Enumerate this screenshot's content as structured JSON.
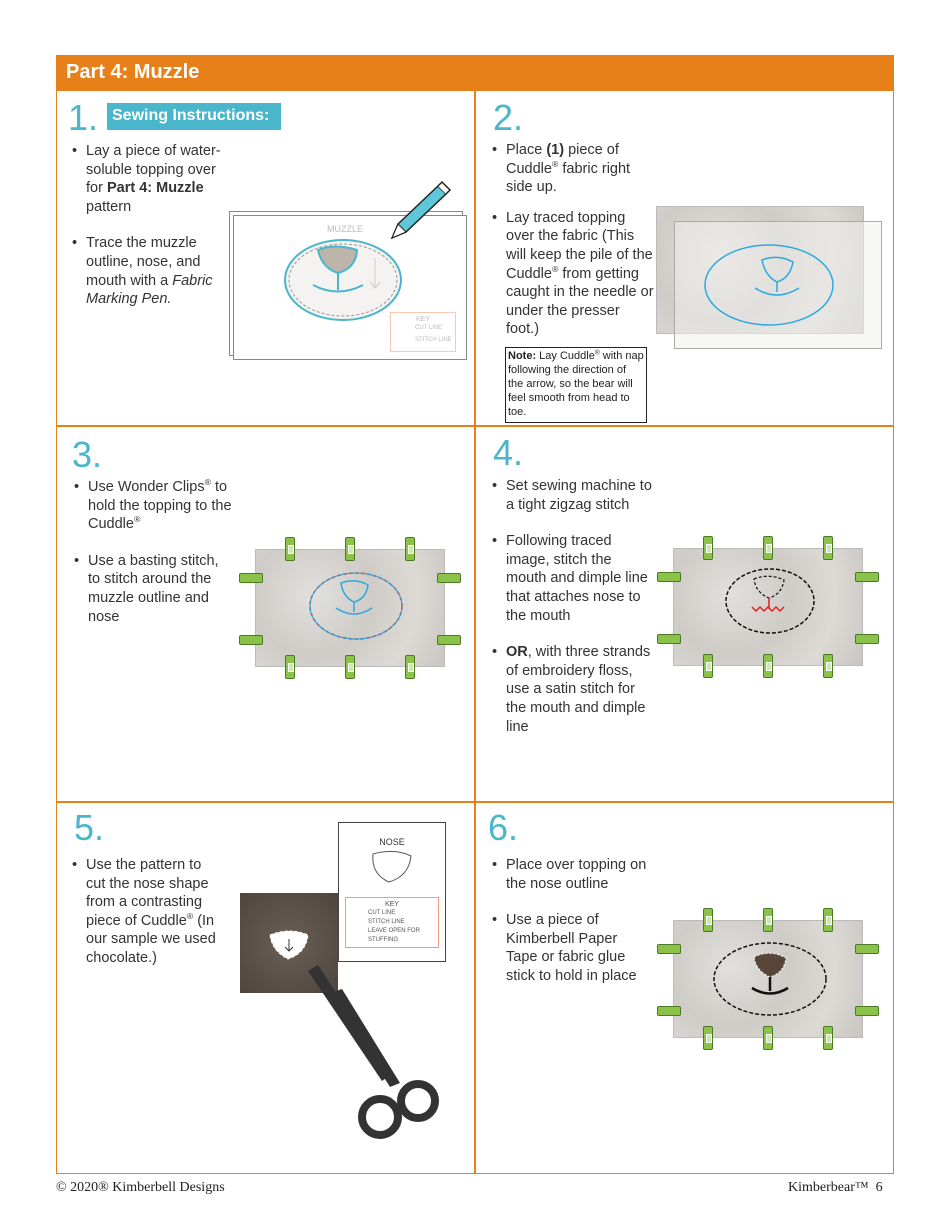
{
  "header": {
    "title": "Part 4: Muzzle"
  },
  "badge": "Sewing Instructions:",
  "steps": [
    {
      "number": "1.",
      "bullets": [
        [
          {
            "t": "Lay a piece of water-soluble topping over for "
          },
          {
            "t": "Part 4: Muzzle",
            "b": true
          },
          {
            "t": " pattern"
          }
        ],
        [
          {
            "t": "Trace the muzzle outline, nose, and mouth with a "
          },
          {
            "t": "Fabric Marking Pen.",
            "i": true
          }
        ]
      ],
      "pattern": {
        "title": "MUZZLE",
        "key": "KEY",
        "cut_line": "CUT LINE",
        "stitch_line": "STITCH LINE"
      }
    },
    {
      "number": "2.",
      "bullets": [
        [
          {
            "t": "Place "
          },
          {
            "t": "(1)",
            "b": true
          },
          {
            "t": " piece of Cuddle"
          },
          {
            "t": "®",
            "sup": true
          },
          {
            "t": " fabric right side up."
          }
        ],
        [
          {
            "t": "Lay traced topping over the fabric (This will keep the pile of the Cuddle"
          },
          {
            "t": "®",
            "sup": true
          },
          {
            "t": " from getting caught in the needle or under the presser foot.)"
          }
        ]
      ],
      "note": [
        {
          "t": "Note:",
          "b": true
        },
        {
          "t": " Lay Cuddle"
        },
        {
          "t": "®",
          "sup": true
        },
        {
          "t": " with nap following the direction of the arrow, so the bear will feel smooth from head to toe."
        }
      ]
    },
    {
      "number": "3.",
      "bullets": [
        [
          {
            "t": "Use Wonder Clips"
          },
          {
            "t": "®",
            "sup": true
          },
          {
            "t": " to hold the topping to the Cuddle"
          },
          {
            "t": "®",
            "sup": true
          }
        ],
        [
          {
            "t": "Use a basting stitch, to stitch around the muzzle outline and nose"
          }
        ]
      ]
    },
    {
      "number": "4.",
      "bullets": [
        [
          {
            "t": "Set sewing machine to a tight zigzag stitch"
          }
        ],
        [
          {
            "t": "Following traced image, stitch the mouth and dimple line that attaches nose to the mouth"
          }
        ],
        [
          {
            "t": "OR",
            "b": true
          },
          {
            "t": ", with three strands of embroidery floss, use a satin stitch for the mouth and dimple line"
          }
        ]
      ]
    },
    {
      "number": "5.",
      "bullets": [
        [
          {
            "t": "Use the pattern to cut the nose shape from a contrasting piece of Cuddle"
          },
          {
            "t": "®",
            "sup": true
          },
          {
            "t": " (In our sample we used chocolate.)"
          }
        ]
      ],
      "pattern": {
        "title": "NOSE",
        "key": "KEY",
        "cut_line": "CUT LINE",
        "stitch_line": "STITCH LINE",
        "leave_open": "LEAVE OPEN FOR STUFFING"
      }
    },
    {
      "number": "6.",
      "bullets": [
        [
          {
            "t": "Place over topping on the nose outline"
          }
        ],
        [
          {
            "t": "Use a piece of Kimberbell Paper Tape or fabric glue stick to hold in place"
          }
        ]
      ]
    }
  ],
  "footer": {
    "copyright": "© 2020® Kimberbell Designs",
    "brand": "Kimberbear™",
    "page": "6"
  },
  "colors": {
    "accent": "#e8801a",
    "teal": "#4ab6cb",
    "clip": "#8bc34a"
  }
}
